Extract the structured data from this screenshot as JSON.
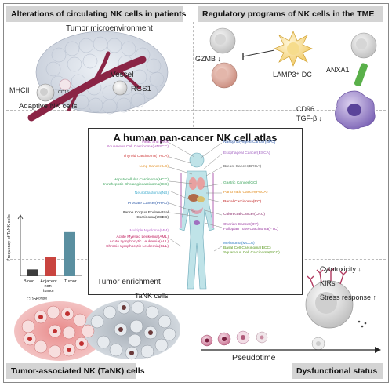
{
  "sections": {
    "top_left": "Alterations of circulating NK cells in patients",
    "top_right": "Regulatory programs of NK cells in the TME",
    "bottom_left": "Tumor-associated NK (TaNK) cells",
    "bottom_right": "Dysfunctional status"
  },
  "top_left": {
    "title": "Tumor microenvironment",
    "vessel": "Vessel",
    "mhcii": "MHCII",
    "cd16": "CD16",
    "rgs1": "RGS1",
    "adaptive": "Adaptive NK cells"
  },
  "top_right": {
    "gzmb": "GZMB ↓",
    "lamp3": "LAMP3⁺ DC",
    "anxa1": "ANXA1",
    "cd96": "CD96 ↓",
    "tgfb": "TGF-β ↓"
  },
  "atlas": {
    "title": "A human pan-cancer NK cell atlas",
    "left_cancers": [
      {
        "text": "Head and Neck",
        "color": "#b04fb8"
      },
      {
        "text": "Squamous Cell Carcinoma(HNSCC)",
        "color": "#b04fb8"
      },
      {
        "text": "Thyroid Carcinoma(THCA)",
        "color": "#d04040"
      },
      {
        "text": "Lung Cancer(LC)",
        "color": "#e08a1a"
      },
      {
        "text": "Hepatocellular Carcinoma(HCC)",
        "color": "#3aa35a"
      },
      {
        "text": "Intrahepatic Cholangiocarcinoma(ICC)",
        "color": "#3aa35a"
      },
      {
        "text": "Neuroblastoma(NB)",
        "color": "#4ab0d0"
      },
      {
        "text": "Prostate Cancer(PRAD)",
        "color": "#2e5aa8"
      },
      {
        "text": "Uterine Corpus Endometrial",
        "color": "#222222"
      },
      {
        "text": "Carcinoma(UCEC)",
        "color": "#222222"
      },
      {
        "text": "Multiple Myeloma(MM)",
        "color": "#c070d0"
      },
      {
        "text": "Acute Myeloid Leukemia(AML)",
        "color": "#c02060"
      },
      {
        "text": "Acute Lymphocytic Leukemia(ALL)",
        "color": "#c02060"
      },
      {
        "text": "Chronic Lymphocytic Leukemia(CLL)",
        "color": "#c02060"
      }
    ],
    "right_cancers": [
      {
        "text": "Nasopharyngeal Cancer(NPC)",
        "color": "#2e5aa8"
      },
      {
        "text": "Esophageal Cancer(ESCA)",
        "color": "#a060c0"
      },
      {
        "text": "Breast Cancer(BRCA)",
        "color": "#555555"
      },
      {
        "text": "Gastric Cancer(GC)",
        "color": "#3aa35a"
      },
      {
        "text": "Pancreatic Cancer(PACA)",
        "color": "#e08a1a"
      },
      {
        "text": "Renal Carcinoma(RC)",
        "color": "#c02020"
      },
      {
        "text": "Colorectal Cancer(CRC)",
        "color": "#8a2a6a"
      },
      {
        "text": "Ovarian Cancer(OV)",
        "color": "#9a3aa0"
      },
      {
        "text": "Fallopian Tube Carcinoma(FTC)",
        "color": "#9a3aa0"
      },
      {
        "text": "Melanoma(MCLA)",
        "color": "#2a7ac0"
      },
      {
        "text": "Basal Cell Carcinoma(BCC)",
        "color": "#5a9a20"
      },
      {
        "text": "Squamous Cell Carcinoma(SCC)",
        "color": "#5a9a20"
      }
    ]
  },
  "bar_chart": {
    "ylabel": "Frequency of TaNK cells",
    "categories": [
      "Blood",
      "Adjacent non-tumor",
      "Tumor"
    ],
    "values": [
      0.12,
      0.34,
      0.78
    ]
  },
  "bottom_left": {
    "title": "Tumor enrichment",
    "tank": "TaNK cells",
    "cd56": "CD56ᵇʳⁱᵍʰᵗ"
  },
  "bottom_right": {
    "cyto": "Cytotoxicity ↓",
    "kirs": "KIRs ↑",
    "stress": "Stress response ↑",
    "pseudotime": "Pseudotime"
  },
  "colors": {
    "band": "#d4d4d4",
    "vessel": "#8a2445",
    "blood_bar": "#3d3d3d",
    "adj_bar": "#c9443f",
    "tumor_bar": "#5a8fa0"
  }
}
